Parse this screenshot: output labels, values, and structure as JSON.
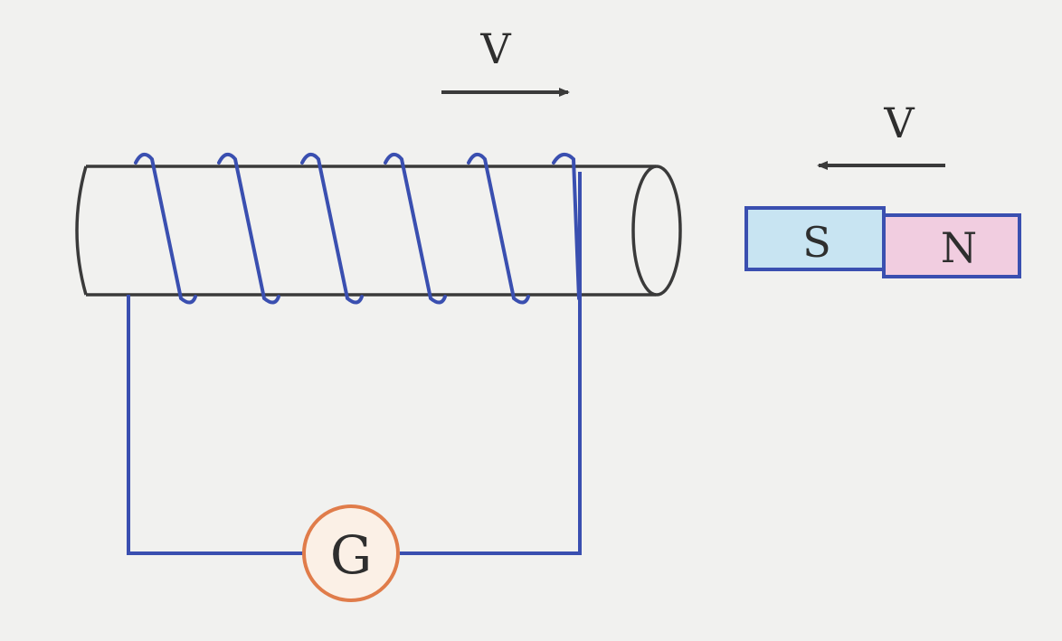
{
  "labels": {
    "coil_velocity": "V",
    "magnet_velocity": "V",
    "magnet_south": "S",
    "magnet_north": "N",
    "galvanometer": "G"
  },
  "colors": {
    "background": "#f1f1ef",
    "wire": "#3a4fb0",
    "tube_outline": "#3a3a3a",
    "magnet_south_fill": "#c8e4f2",
    "magnet_north_fill": "#f1cde0",
    "magnet_border": "#3a4fb0",
    "galvanometer_border": "#e07c4a",
    "galvanometer_fill": "#fbf0e6",
    "arrow": "#3a3a3a",
    "text": "#2e2e2e"
  }
}
